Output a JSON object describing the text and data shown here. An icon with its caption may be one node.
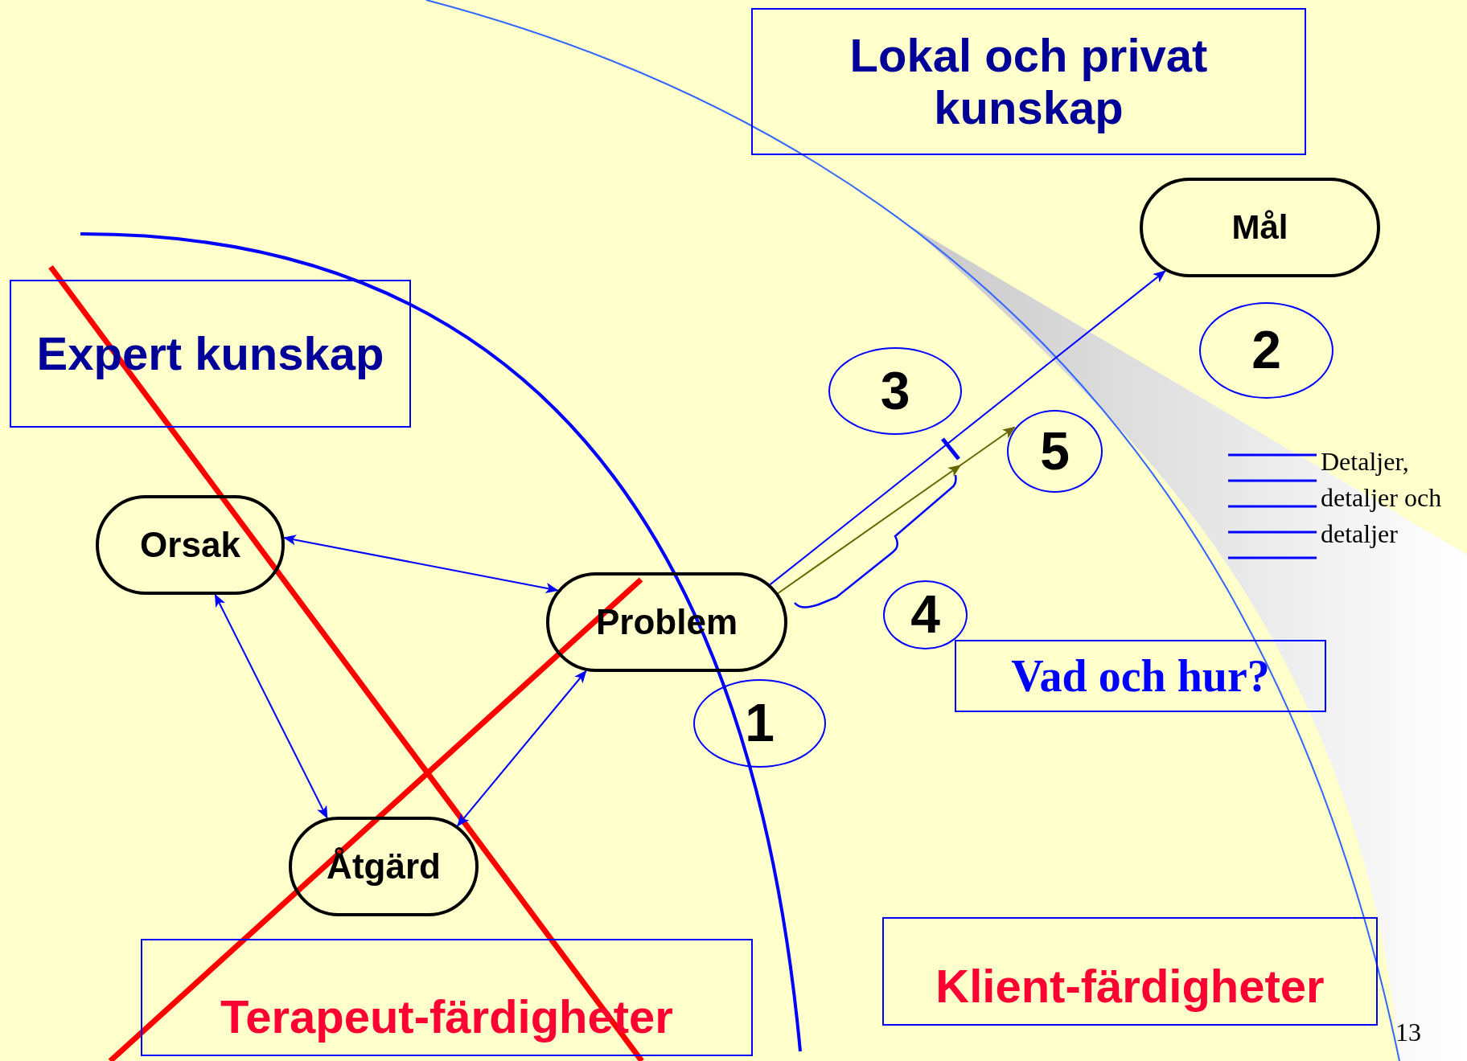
{
  "diagram": {
    "nodes": [
      {
        "text": [
          "Lokal och privat kunskap"
        ]
      },
      {
        "text": [
          "Expert kunskap"
        ]
      },
      {
        "text": [
          "Mål"
        ]
      },
      {
        "text": [
          "2"
        ]
      },
      {
        "text": [
          "3"
        ]
      },
      {
        "text": [
          "5"
        ]
      },
      {
        "text": [
          "Orsak"
        ]
      },
      {
        "text": [
          "Problem"
        ]
      },
      {
        "text": [
          "4"
        ]
      },
      {
        "text": [
          "Vad och hur?"
        ]
      },
      {
        "text": [
          "1"
        ]
      },
      {
        "text": [
          "Åtgärd"
        ]
      },
      {
        "text": [
          "Terapeut-färdigheter"
        ]
      },
      {
        "text": [
          "Klient-färdigheter"
        ]
      }
    ],
    "edges": [
      {
        "from": 6,
        "to": 7,
        "arrow": "both"
      },
      {
        "from": 6,
        "to": 11,
        "arrow": "both"
      },
      {
        "from": 7,
        "to": 11,
        "arrow": "both"
      },
      {
        "from": 7,
        "to": 2,
        "arrow": "to"
      },
      {
        "from": 7,
        "to": 5,
        "arrow": "to",
        "color": "#666600"
      }
    ],
    "labels": [
      "Detaljer, detaljer och detaljer",
      "13"
    ]
  }
}
